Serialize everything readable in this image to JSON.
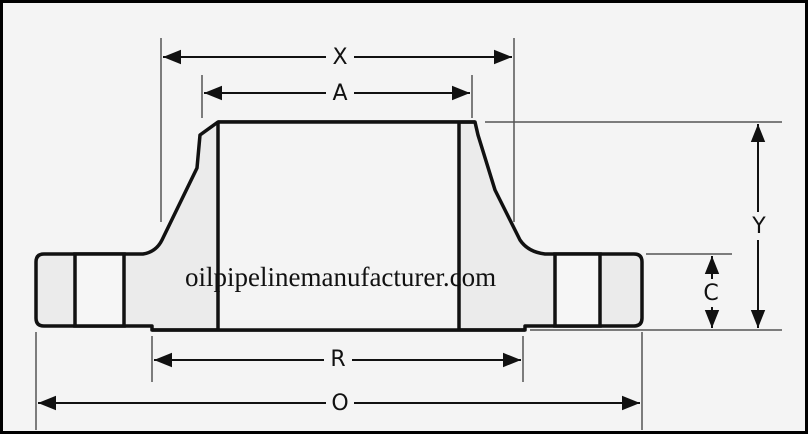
{
  "diagram": {
    "title": "Weld neck flange dimensions",
    "dimensions": {
      "X": "X",
      "A": "A",
      "Y": "Y",
      "C": "C",
      "R": "R",
      "O": "O"
    },
    "watermark": "oilpipelinemanufacturer.com",
    "colors": {
      "line": "#111111",
      "background": "#f4f4f4",
      "fill": "#e9e9e9",
      "border": "#000000"
    }
  }
}
